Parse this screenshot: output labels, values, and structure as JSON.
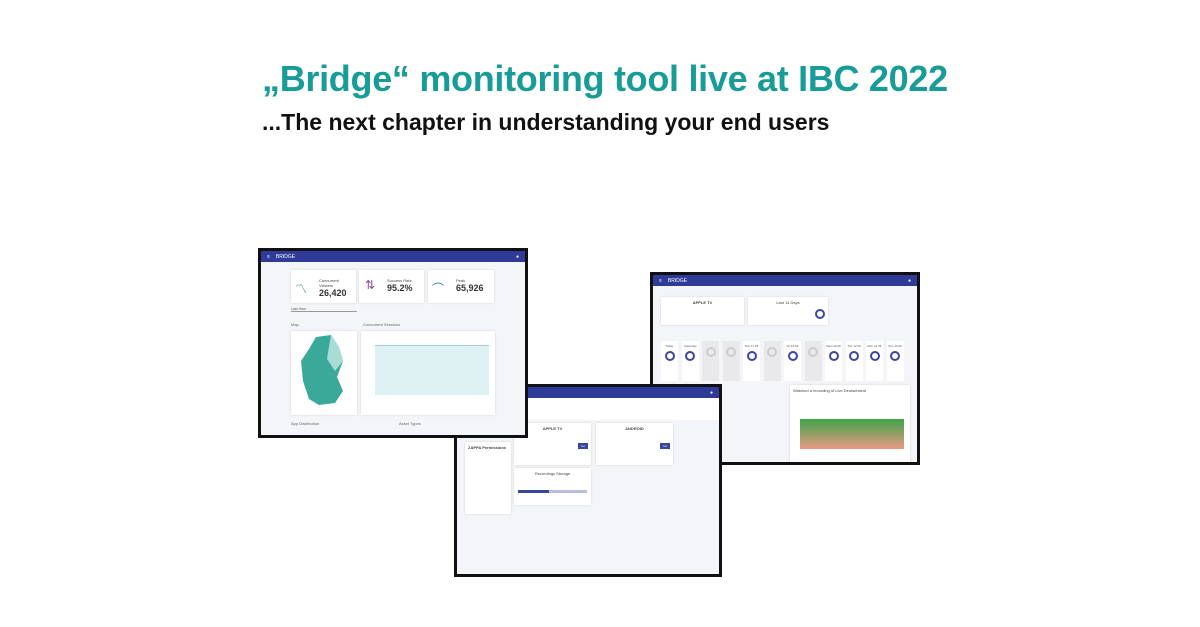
{
  "headline": "„Bridge“ monitoring tool live at IBC 2022",
  "subheadline": "...The next chapter in understanding your end users",
  "colors": {
    "headline": "#179c98",
    "navbar": "#2f3a99",
    "map": "#3aa99a"
  },
  "dashboard": {
    "brand": "BRIDGE",
    "kpis": [
      {
        "label": "Concurrent Viewers",
        "value": "26,420"
      },
      {
        "label": "Success Rate",
        "value": "95.2%"
      },
      {
        "label": "Peak",
        "value": "65,926"
      }
    ],
    "time_select": "Last Hour",
    "map_title": "Map",
    "sessions_title": "Concurrent Sessions",
    "app_title": "App Distribution",
    "asset_title": "Asset Types"
  },
  "device": {
    "brand": "BRIDGE",
    "device": "APPLE TV",
    "period": "Last 14 Days",
    "days": [
      "Today",
      "Yesterday",
      "",
      "",
      "Sun 17.09",
      "",
      "Fri 15.09",
      "",
      "Wed 13.09",
      "Tue 12.09",
      "Mon 11.09",
      "Sun 10.09"
    ],
    "chart_title": "Watched a recording of Live Deutschland"
  },
  "account": {
    "devices": [
      "APPLE TV",
      "ANDROID"
    ],
    "storage_title": "Recordings Storage",
    "permissions_title": "ZAPPA Permissions"
  }
}
